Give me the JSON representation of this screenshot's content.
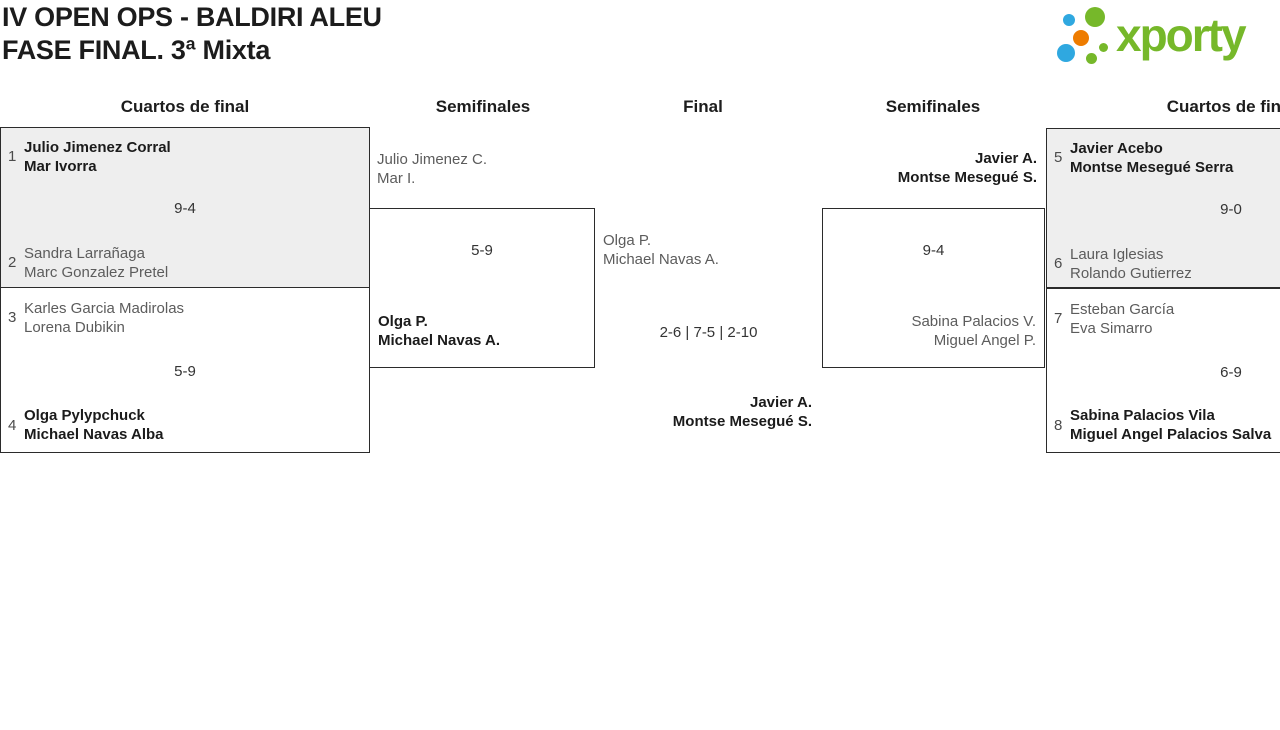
{
  "title": {
    "line1": "IV OPEN OPS - BALDIRI ALEU",
    "line2": "FASE FINAL. 3ª Mixta"
  },
  "logo": {
    "text": "xporty",
    "colors": {
      "green": "#76b82a",
      "blue": "#2fa8e0",
      "orange": "#ee7c00"
    }
  },
  "round_headers": {
    "qf_left": "Cuartos de final",
    "sf_left": "Semifinales",
    "final": "Final",
    "sf_right": "Semifinales",
    "qf_right": "Cuartos de final"
  },
  "colors": {
    "box_gray": "#eeeeee",
    "border": "#2b2b2b",
    "winner_text": "#1b1b1b",
    "loser_text": "#5c5c5c"
  },
  "matches": {
    "qf1": {
      "seed_top": "1",
      "top1": "Julio Jimenez Corral",
      "top2": "Mar Ivorra",
      "score": "9-4",
      "seed_bottom": "2",
      "bottom1": "Sandra Larrañaga",
      "bottom2": "Marc Gonzalez Pretel"
    },
    "qf2": {
      "seed_top": "3",
      "top1": "Karles Garcia Madirolas",
      "top2": "Lorena Dubikin",
      "score": "5-9",
      "seed_bottom": "4",
      "bottom1": "Olga Pylypchuck",
      "bottom2": "Michael Navas Alba"
    },
    "sf_left": {
      "top1": "Julio Jimenez C.",
      "top2": "Mar I.",
      "score": "5-9",
      "bottom1": "Olga P.",
      "bottom2": "Michael Navas A."
    },
    "final": {
      "top1": "Olga P.",
      "top2": "Michael Navas A.",
      "score": "2-6 | 7-5 | 2-10",
      "winner1": "Javier A.",
      "winner2": "Montse Mesegué S."
    },
    "sf_right": {
      "top1": "Javier A.",
      "top2": "Montse Mesegué S.",
      "score": "9-4",
      "bottom1": "Sabina Palacios V.",
      "bottom2": "Miguel Angel P."
    },
    "qf3": {
      "seed_top": "5",
      "top1": "Javier Acebo",
      "top2": "Montse Mesegué Serra",
      "score": "9-0",
      "seed_bottom": "6",
      "bottom1": "Laura Iglesias",
      "bottom2": "Rolando Gutierrez"
    },
    "qf4": {
      "seed_top": "7",
      "top1": "Esteban García",
      "top2": "Eva Simarro",
      "score": "6-9",
      "seed_bottom": "8",
      "bottom1": "Sabina Palacios Vila",
      "bottom2": "Miguel Angel Palacios Salva"
    }
  }
}
